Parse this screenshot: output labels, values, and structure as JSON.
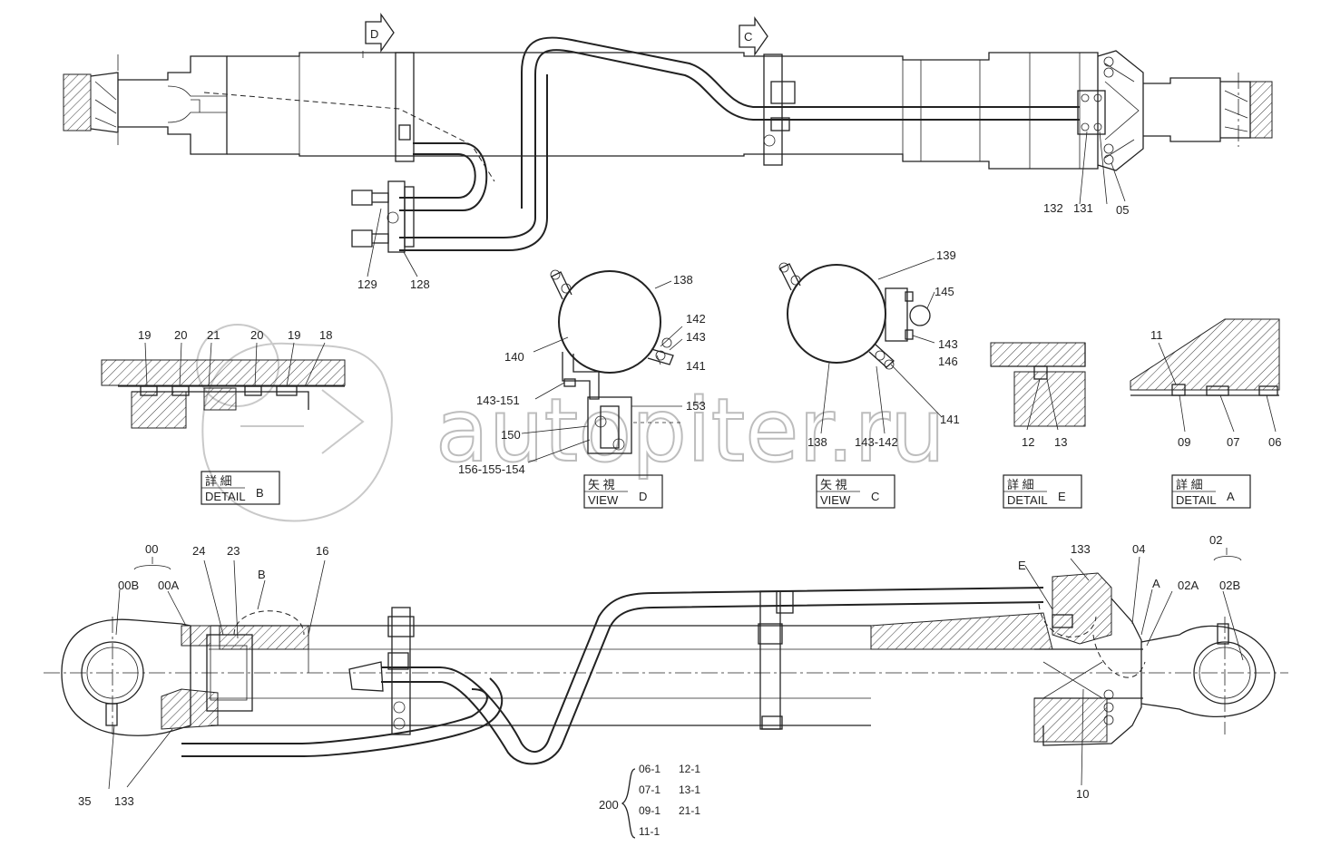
{
  "watermark": {
    "text": "autopiter.ru",
    "glyph": ">"
  },
  "arrows": {
    "view_d": "D",
    "view_c": "C"
  },
  "top_assembly": {
    "callouts": [
      "132",
      "131",
      "05",
      "129",
      "128"
    ]
  },
  "view_d": {
    "title_jp": "矢 視",
    "title_en": "VIEW",
    "letter": "D",
    "callouts": [
      "138",
      "142",
      "143",
      "141",
      "140",
      "143-151",
      "153",
      "150",
      "156-155-154"
    ]
  },
  "view_c": {
    "title_jp": "矢 視",
    "title_en": "VIEW",
    "letter": "C",
    "callouts": [
      "139",
      "145",
      "143",
      "146",
      "141",
      "138",
      "143-142"
    ]
  },
  "detail_b": {
    "title_jp": "詳 細",
    "title_en": "DETAIL",
    "letter": "B",
    "callouts": [
      "19",
      "20",
      "21",
      "20",
      "19",
      "18"
    ]
  },
  "detail_e": {
    "title_jp": "詳 細",
    "title_en": "DETAIL",
    "letter": "E",
    "callouts": [
      "12",
      "13"
    ]
  },
  "detail_a": {
    "title_jp": "詳 細",
    "title_en": "DETAIL",
    "letter": "A",
    "callouts": [
      "11",
      "09",
      "07",
      "06"
    ]
  },
  "bottom_assembly": {
    "callouts": [
      "00",
      "00B",
      "00A",
      "24",
      "23",
      "B",
      "16",
      "133",
      "04",
      "02",
      "02A",
      "02B",
      "E",
      "A",
      "35",
      "133",
      "10"
    ]
  },
  "kit": {
    "label": "200",
    "items": [
      "06-1",
      "12-1",
      "07-1",
      "13-1",
      "09-1",
      "21-1",
      "11-1"
    ]
  }
}
